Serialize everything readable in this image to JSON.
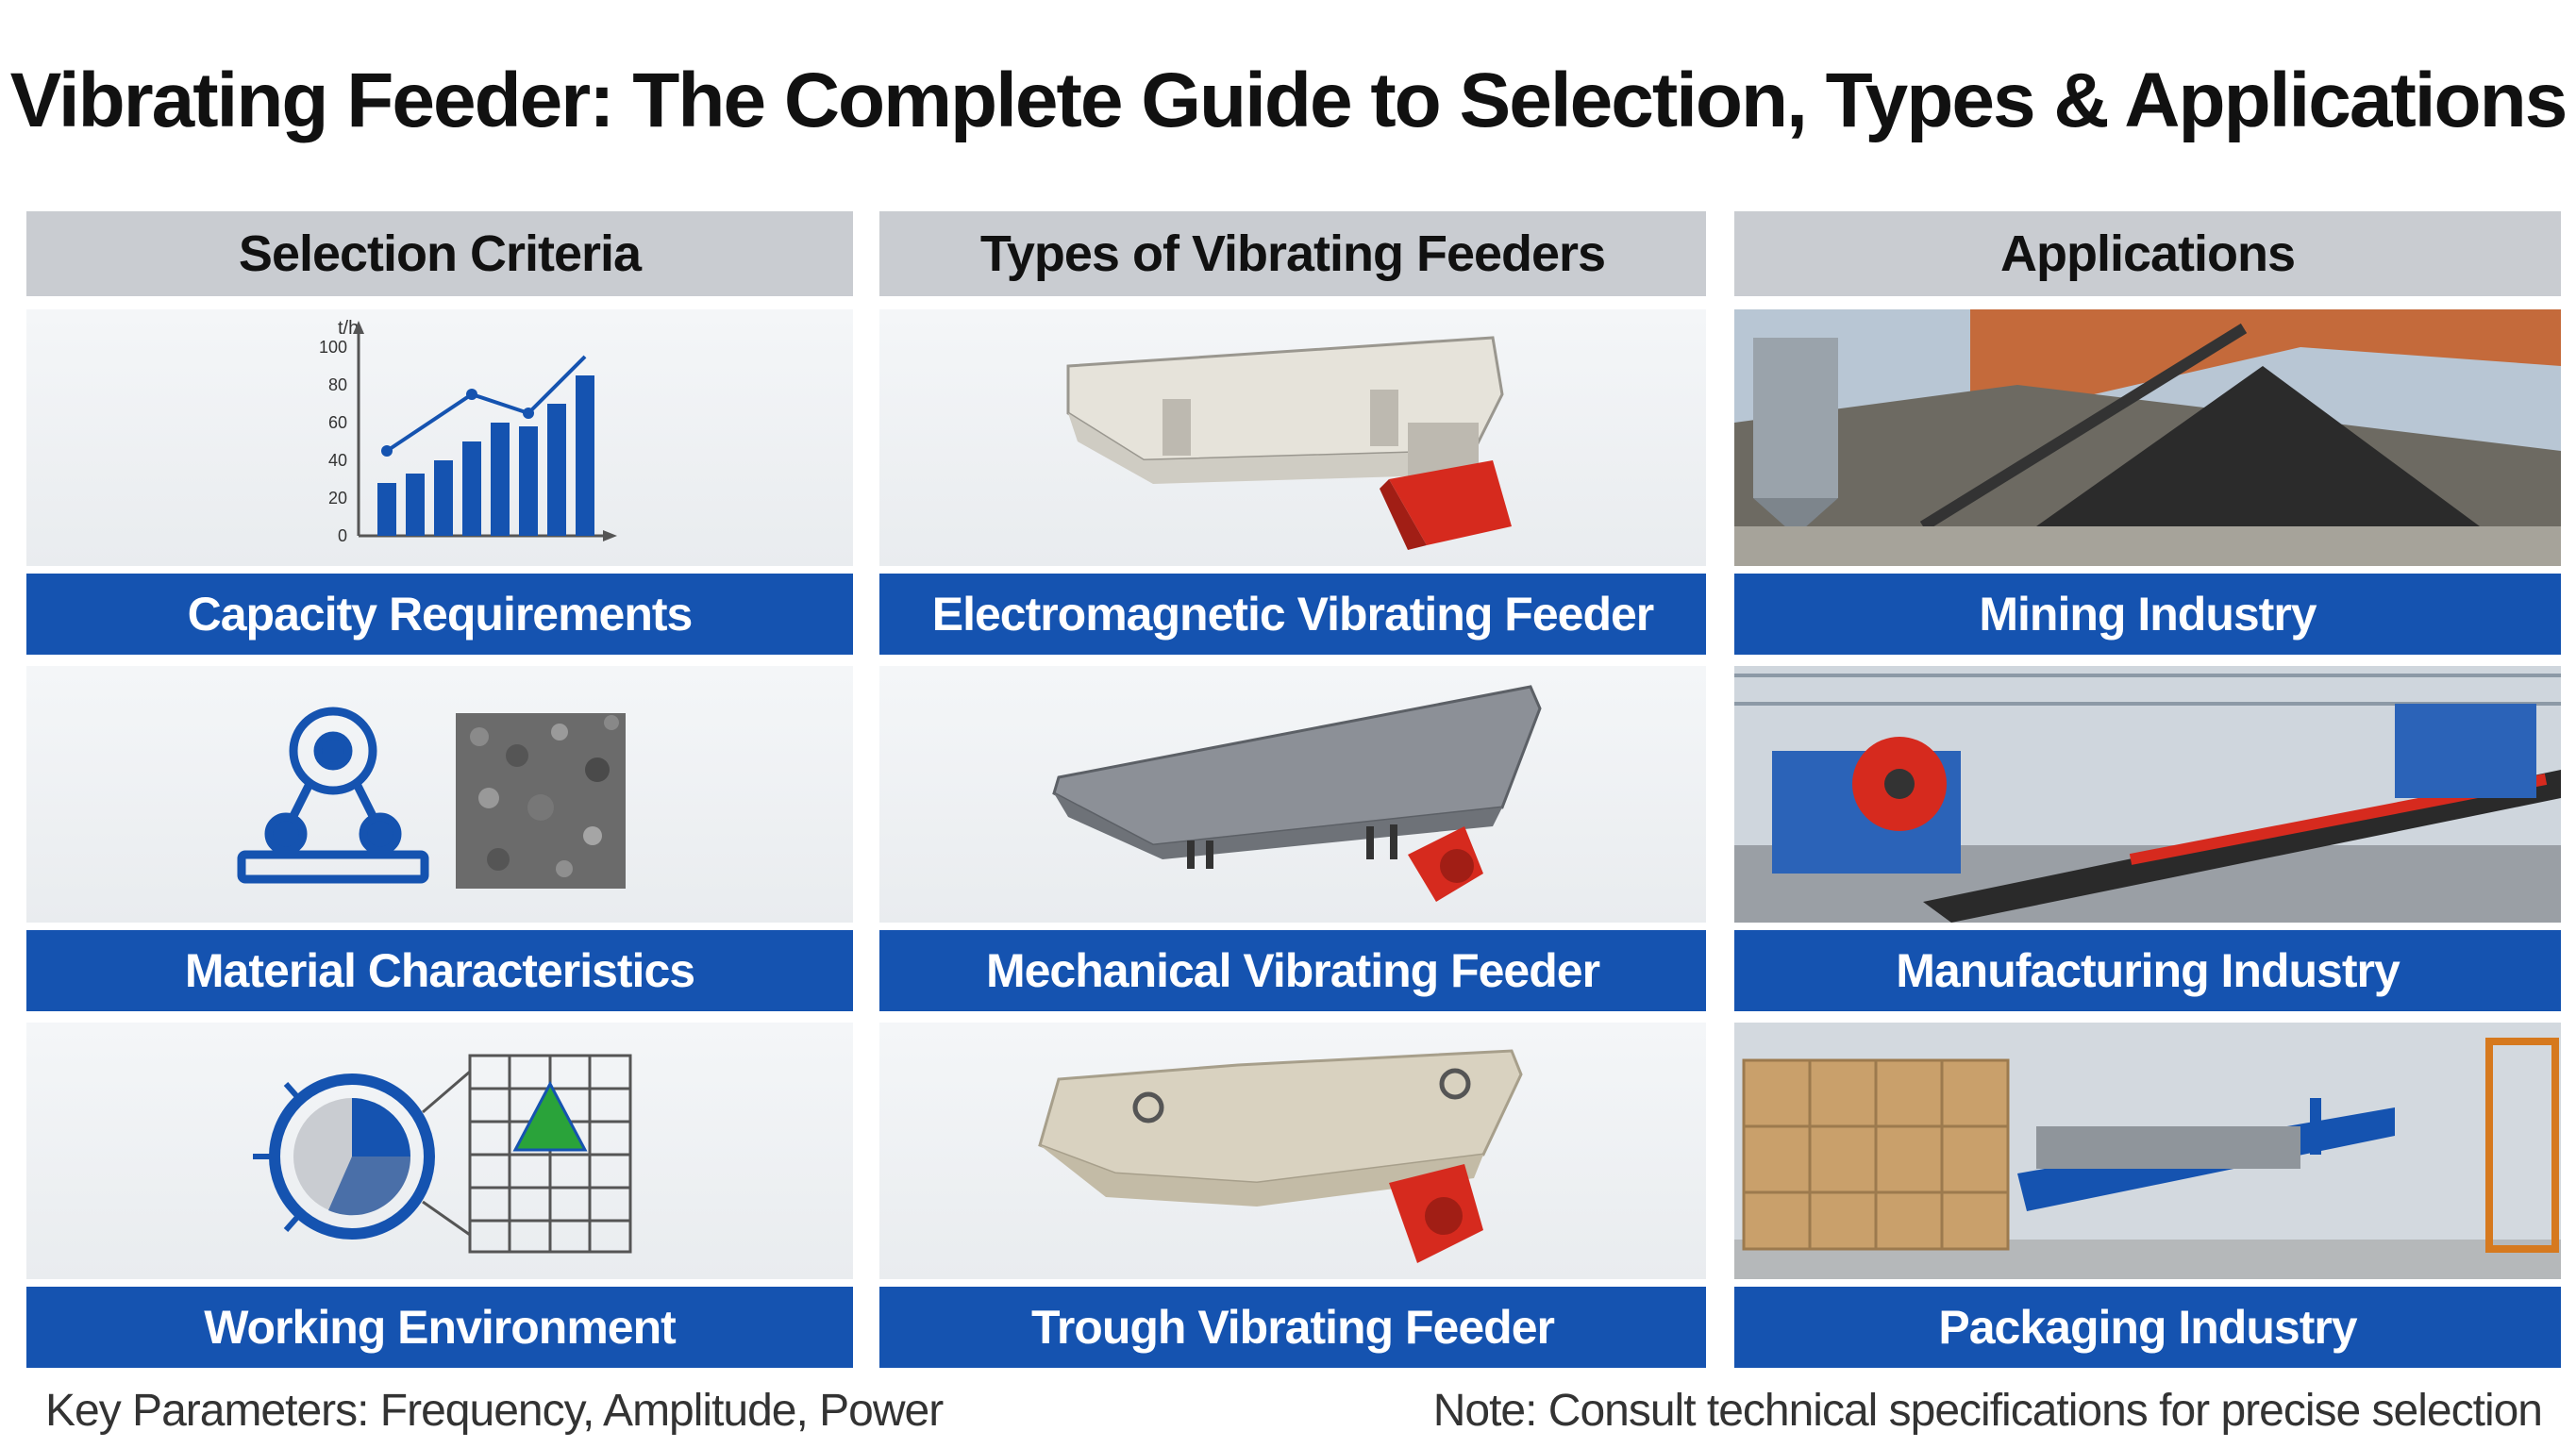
{
  "title": "Vibrating Feeder: The Complete Guide to Selection, Types & Applications",
  "columns": [
    {
      "header": "Selection Criteria",
      "items": [
        {
          "label": "Capacity Requirements"
        },
        {
          "label": "Material Characteristics"
        },
        {
          "label": "Working Environment"
        }
      ]
    },
    {
      "header": "Types of Vibrating Feeders",
      "items": [
        {
          "label": "Electromagnetic Vibrating Feeder"
        },
        {
          "label": "Mechanical Vibrating Feeder"
        },
        {
          "label": "Trough Vibrating Feeder"
        }
      ]
    },
    {
      "header": "Applications",
      "items": [
        {
          "label": "Mining Industry"
        },
        {
          "label": "Manufacturing Industry"
        },
        {
          "label": "Packaging Industry"
        }
      ]
    }
  ],
  "capacity_chart": {
    "unit": "t/h",
    "y_ticks": [
      "100",
      "80",
      "60",
      "40",
      "20",
      "0"
    ],
    "bars": [
      28,
      33,
      40,
      50,
      60,
      58,
      70,
      85
    ]
  },
  "footer": {
    "left": "Key Parameters: Frequency, Amplitude, Power",
    "right": "Note: Consult technical specifications for precise selection"
  },
  "colors": {
    "accent": "#1553b0",
    "header_bg": "#c9ccd1",
    "feeder_motor": "#d62a1e"
  }
}
